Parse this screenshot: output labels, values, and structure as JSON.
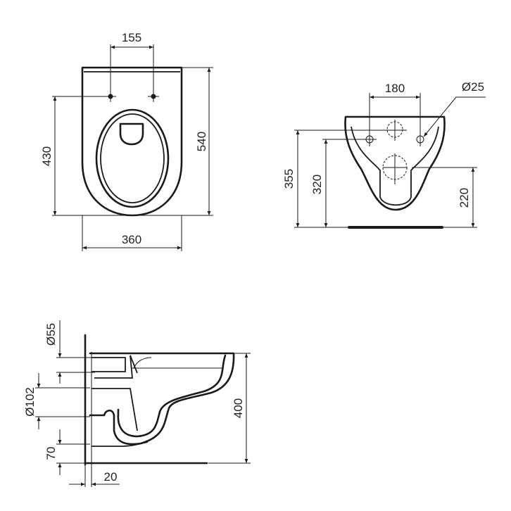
{
  "top_view": {
    "dim_hole_spacing": "155",
    "dim_depth": "540",
    "dim_outlet": "430",
    "dim_width": "360"
  },
  "front_view": {
    "dim_bolt_spacing": "180",
    "dim_bolt_diameter": "Ø25",
    "dim_upper": "355",
    "dim_bolts": "320",
    "dim_outlet": "220"
  },
  "side_view": {
    "dim_inlet": "Ø55",
    "dim_outlet": "Ø102",
    "dim_floor": "70",
    "dim_height": "400",
    "dim_gap": "20"
  }
}
